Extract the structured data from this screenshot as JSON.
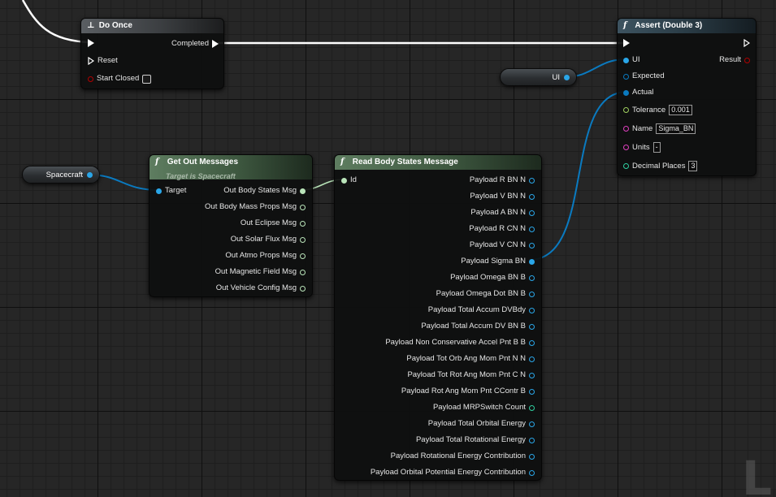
{
  "colors": {
    "exec": "#ffffff",
    "struct": "#0088cc",
    "struct_light": "#2aa6e8",
    "float": "#a0d060",
    "string": "#e040c0",
    "int": "#2fd0a0",
    "bool": "#b00000",
    "pure_pin": "#b9e4b9"
  },
  "do_once": {
    "title": "Do Once",
    "icon": "flow-icon",
    "completed_label": "Completed",
    "reset_label": "Reset",
    "start_closed_label": "Start Closed"
  },
  "assert": {
    "title": "Assert (Double 3)",
    "icon": "function-icon",
    "ui_label": "UI",
    "result_label": "Result",
    "expected_label": "Expected",
    "actual_label": "Actual",
    "tolerance_label": "Tolerance",
    "tolerance_value": "0.001",
    "name_label": "Name",
    "name_value": "Sigma_BN",
    "units_label": "Units",
    "units_value": "-",
    "decimal_places_label": "Decimal Places",
    "decimal_places_value": "3"
  },
  "ui_var": {
    "label": "UI"
  },
  "spacecraft_var": {
    "label": "Spacecraft"
  },
  "get_out_messages": {
    "title": "Get Out Messages",
    "subtitle": "Target is Spacecraft",
    "icon": "function-icon",
    "target_label": "Target",
    "outputs": [
      "Out Body States Msg",
      "Out Body Mass Props Msg",
      "Out Eclipse Msg",
      "Out Solar Flux Msg",
      "Out Atmo Props Msg",
      "Out Magnetic Field Msg",
      "Out Vehicle Config Msg"
    ]
  },
  "read_body_states": {
    "title": "Read Body States Message",
    "icon": "function-icon",
    "id_label": "Id",
    "outputs": [
      "Payload R BN N",
      "Payload V BN N",
      "Payload A BN N",
      "Payload R CN N",
      "Payload V CN N",
      "Payload Sigma BN",
      "Payload Omega BN B",
      "Payload Omega Dot BN B",
      "Payload Total Accum DVBdy",
      "Payload Total Accum DV BN B",
      "Payload Non Conservative Accel Pnt B B",
      "Payload Tot Orb Ang Mom Pnt N N",
      "Payload Tot Rot Ang Mom Pnt C N",
      "Payload Rot Ang Mom Pnt CContr B",
      "Payload MRPSwitch Count",
      "Payload Total Orbital Energy",
      "Payload Total Rotational Energy",
      "Payload Rotational Energy Contribution",
      "Payload Orbital Potential Energy Contribution"
    ]
  },
  "watermark": {
    "text": "LI"
  }
}
